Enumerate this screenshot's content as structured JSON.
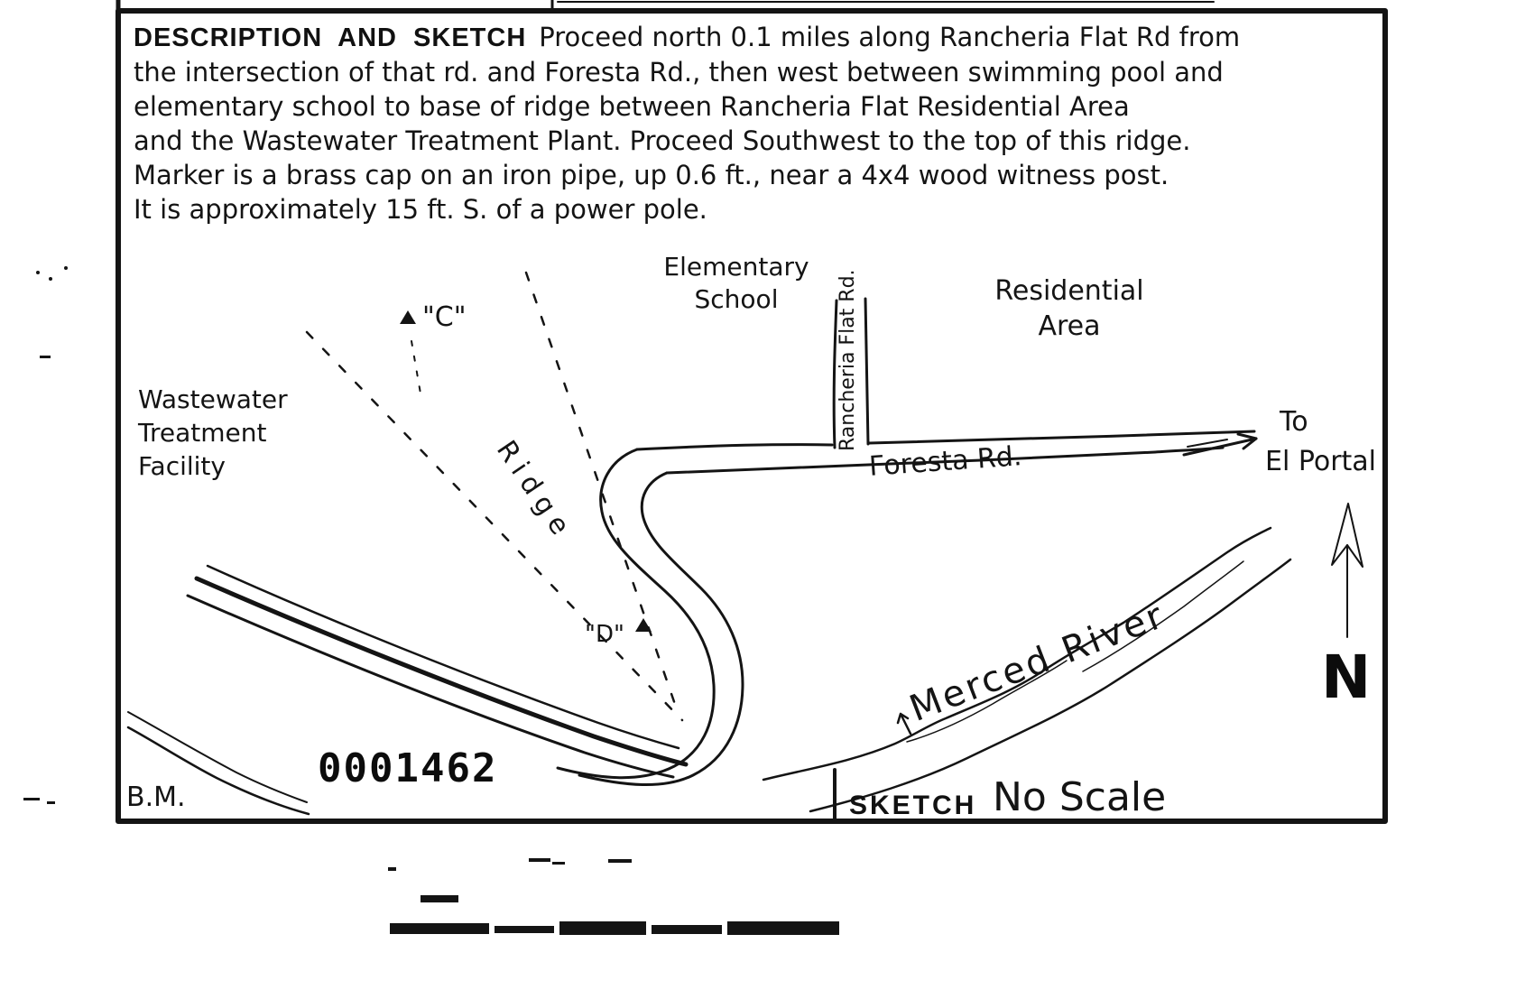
{
  "document": {
    "section_title": "DESCRIPTION AND SKETCH",
    "description_lines": [
      "Proceed north 0.1 miles along Rancheria Flat Rd from",
      "the intersection of that rd. and Foresta Rd., then west between swimming pool and",
      "elementary school to base of ridge between Rancheria Flat Residential Area",
      "and the Wastewater Treatment Plant. Proceed Southwest to the top of this ridge.",
      "Marker is a brass cap on an iron pipe, up 0.6 ft., near a 4x4 wood witness post.",
      "It is approximately 15 ft. S. of a power pole."
    ],
    "stamp_number": "0001462",
    "benchmark_label": "B.M.",
    "sketch_caption": "SKETCH",
    "scale_note": "No Scale"
  },
  "sketch": {
    "labels": {
      "elementary_school": [
        "Elementary",
        "School"
      ],
      "rancheria_flat_rd": "Rancheria Flat Rd.",
      "residential_area": [
        "Residential",
        "Area"
      ],
      "wastewater_facility": [
        "Wastewater",
        "Treatment",
        "Facility"
      ],
      "station_c": "\"C\"",
      "ridge": "Ridge",
      "station_d": "\"D\"",
      "foresta_rd": "Foresta Rd.",
      "to_el_portal": [
        "To",
        "El Portal"
      ],
      "merced_river": "Merced River",
      "north": "N"
    },
    "colors": {
      "ink": "#141414",
      "paper": "#ffffff"
    }
  }
}
